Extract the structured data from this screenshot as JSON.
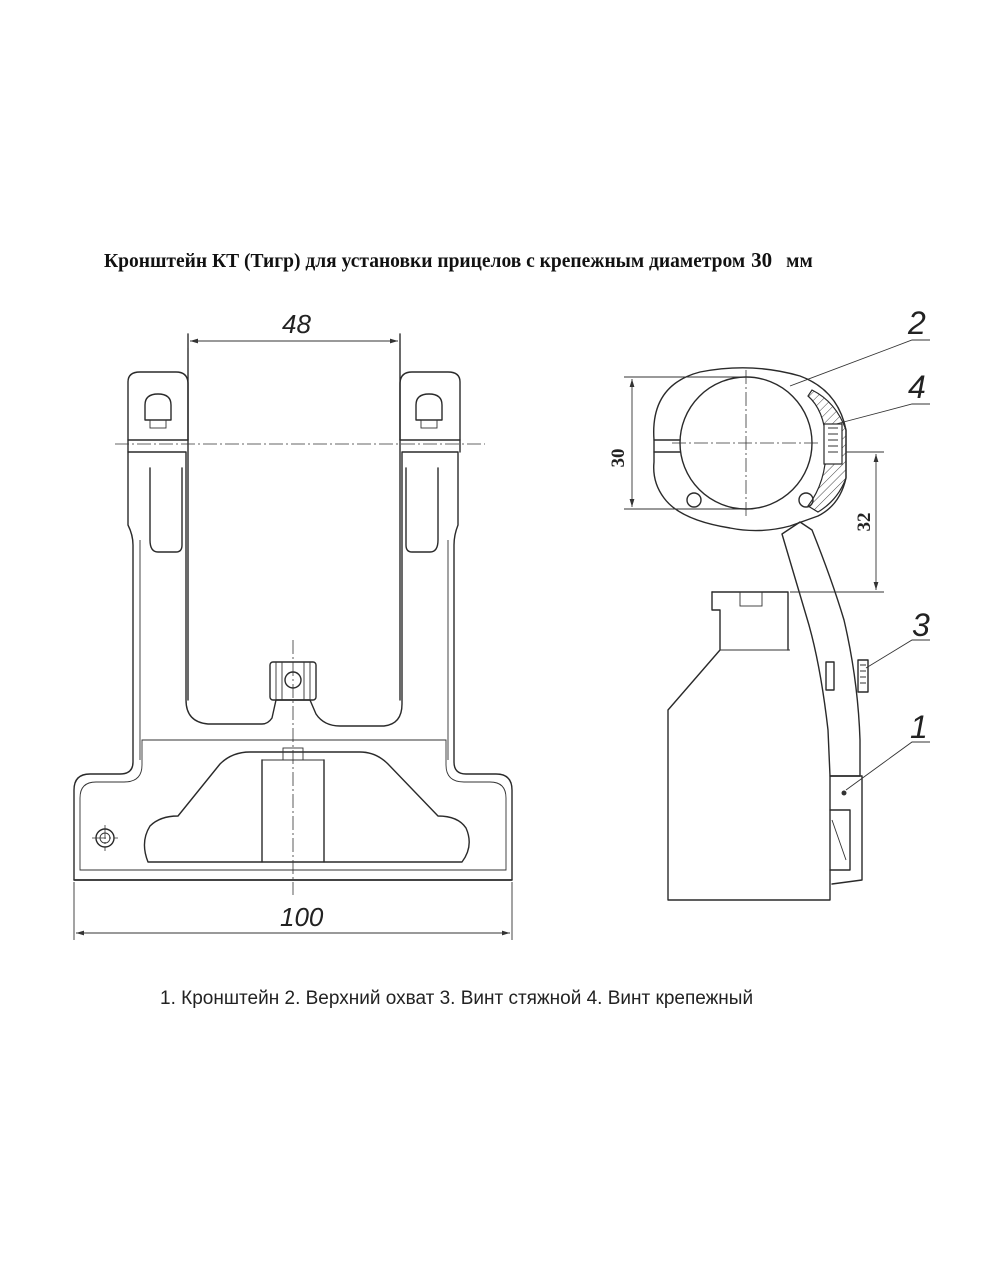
{
  "title": {
    "text": "Кронштейн КТ (Тигр) для установки прицелов с крепежным диаметром",
    "diameter": "30",
    "unit": "мм"
  },
  "dimensions": {
    "width_top": "48",
    "width_base": "100",
    "diameter": "30",
    "height": "32"
  },
  "part_labels": [
    "1",
    "2",
    "3",
    "4"
  ],
  "caption": "1. Кронштейн  2. Верхний охват  3. Винт стяжной  4. Винт крепежный"
}
